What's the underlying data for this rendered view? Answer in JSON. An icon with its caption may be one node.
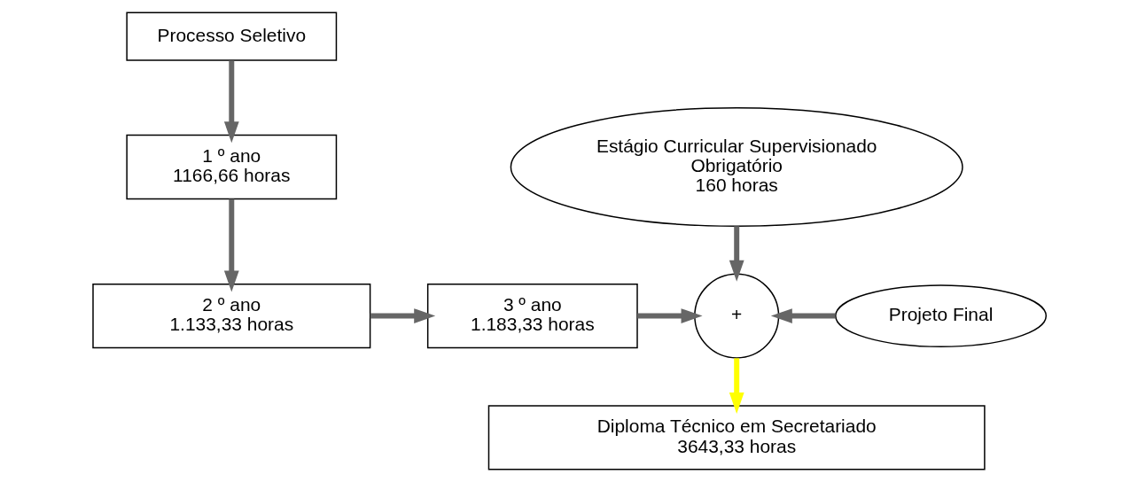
{
  "diagram": {
    "nodes": [
      {
        "text": [
          "Processo Seletivo"
        ]
      },
      {
        "text": [
          "1 º ano",
          "1166,66 horas"
        ]
      },
      {
        "text": [
          "2 º ano",
          "1.133,33 horas"
        ]
      },
      {
        "text": [
          "3 º ano",
          "1.183,33 horas"
        ]
      },
      {
        "text": [
          "Estágio Curricular Supervisionado",
          "Obrigatório",
          "160 horas"
        ]
      },
      {
        "text": [
          "+"
        ]
      },
      {
        "text": [
          "Projeto Final"
        ]
      },
      {
        "text": [
          "Diploma Técnico em Secretariado",
          "3643,33 horas"
        ]
      }
    ],
    "edges": [
      {
        "from": 0,
        "to": 1,
        "arrow": "to"
      },
      {
        "from": 1,
        "to": 2,
        "arrow": "to"
      },
      {
        "from": 2,
        "to": 3,
        "arrow": "to"
      },
      {
        "from": 3,
        "to": 5,
        "arrow": "to"
      },
      {
        "from": 4,
        "to": 5,
        "arrow": "to"
      },
      {
        "from": 6,
        "to": 5,
        "arrow": "to"
      },
      {
        "from": 5,
        "to": 7,
        "arrow": "to",
        "color": "#ffff00"
      }
    ]
  }
}
